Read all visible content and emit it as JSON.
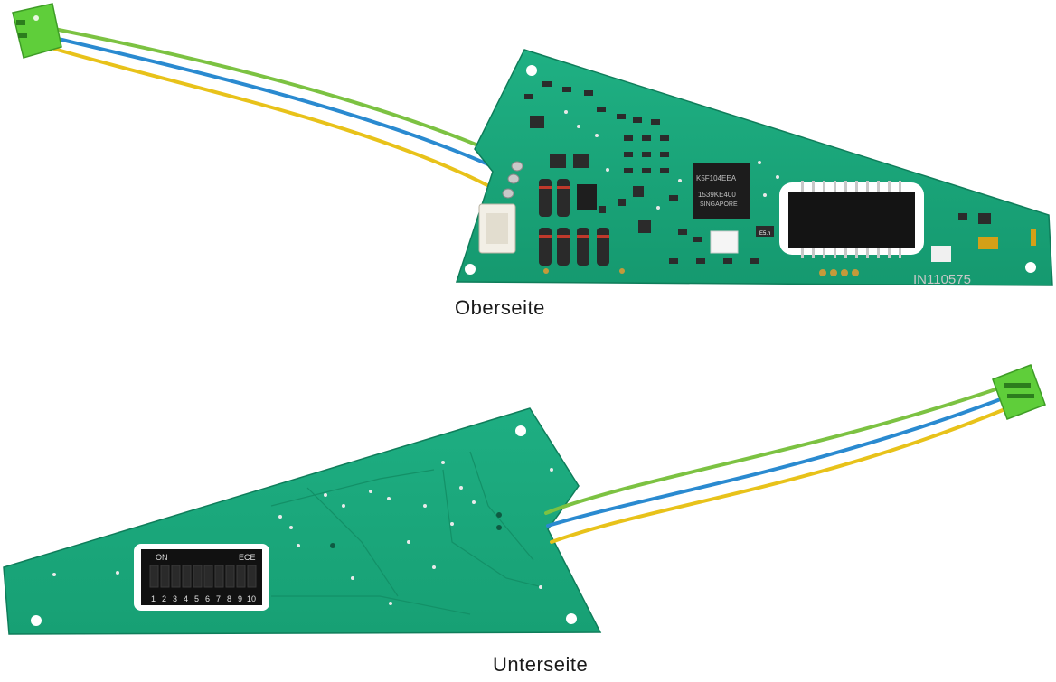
{
  "captions": {
    "top": "Oberseite",
    "bottom": "Unterseite"
  },
  "top_board": {
    "main_chip_lines": [
      "K5F104EEA",
      "1539KE400",
      "SINGAPORE"
    ],
    "board_id": "IN110575",
    "small_label": "E5.h"
  },
  "bottom_board": {
    "dip_switch": {
      "on_label": "ON",
      "brand_label": "ECE",
      "numbers": [
        "1",
        "2",
        "3",
        "4",
        "5",
        "6",
        "7",
        "8",
        "9",
        "10"
      ]
    }
  },
  "colors": {
    "pcb_green": "#1aa67a",
    "wire_green": "#7cc242",
    "wire_blue": "#2a8ad0",
    "wire_yellow": "#e8c21a",
    "connector_green": "#5fce3a"
  }
}
